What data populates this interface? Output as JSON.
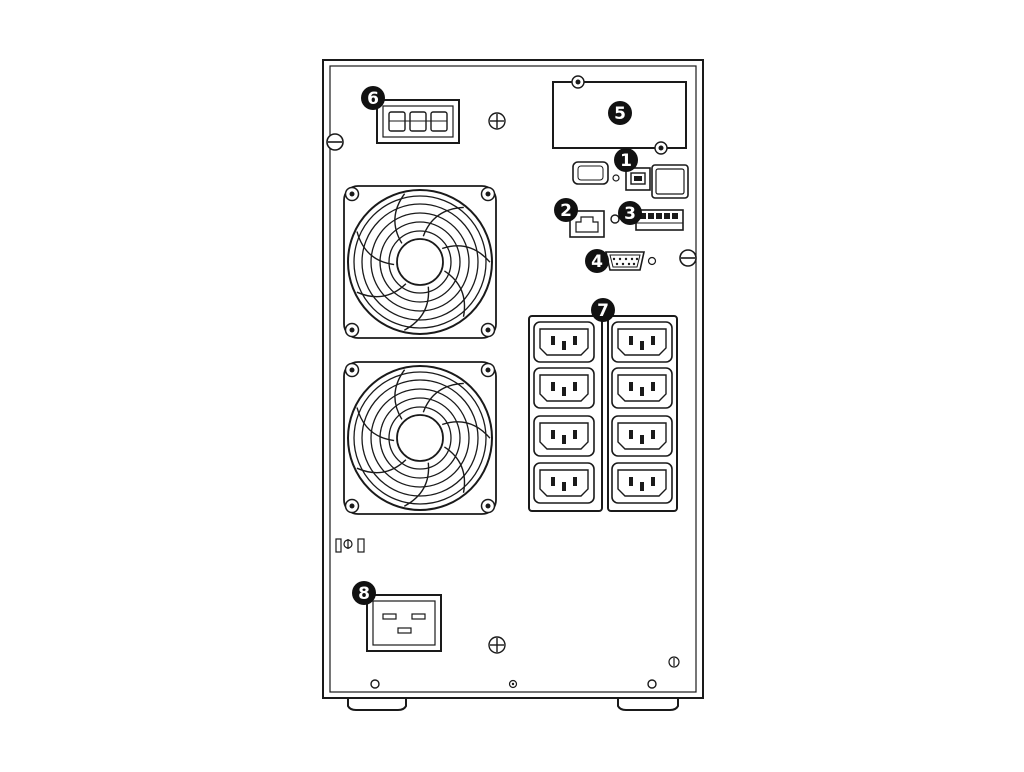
{
  "colors": {
    "line": "#1a1a1a",
    "background": "#ffffff",
    "callout_fill": "#111111",
    "callout_text": "#ffffff"
  },
  "callouts": [
    {
      "id": "usb-port",
      "label": "1"
    },
    {
      "id": "network-port",
      "label": "2"
    },
    {
      "id": "epo-terminal",
      "label": "3"
    },
    {
      "id": "serial-port",
      "label": "4"
    },
    {
      "id": "intelligent-slot",
      "label": "5"
    },
    {
      "id": "battery-connector",
      "label": "6"
    },
    {
      "id": "output-outlets",
      "label": "7"
    },
    {
      "id": "ac-input",
      "label": "8"
    }
  ],
  "outlets": {
    "count": 8,
    "columns": 2
  },
  "fans": {
    "count": 2
  }
}
